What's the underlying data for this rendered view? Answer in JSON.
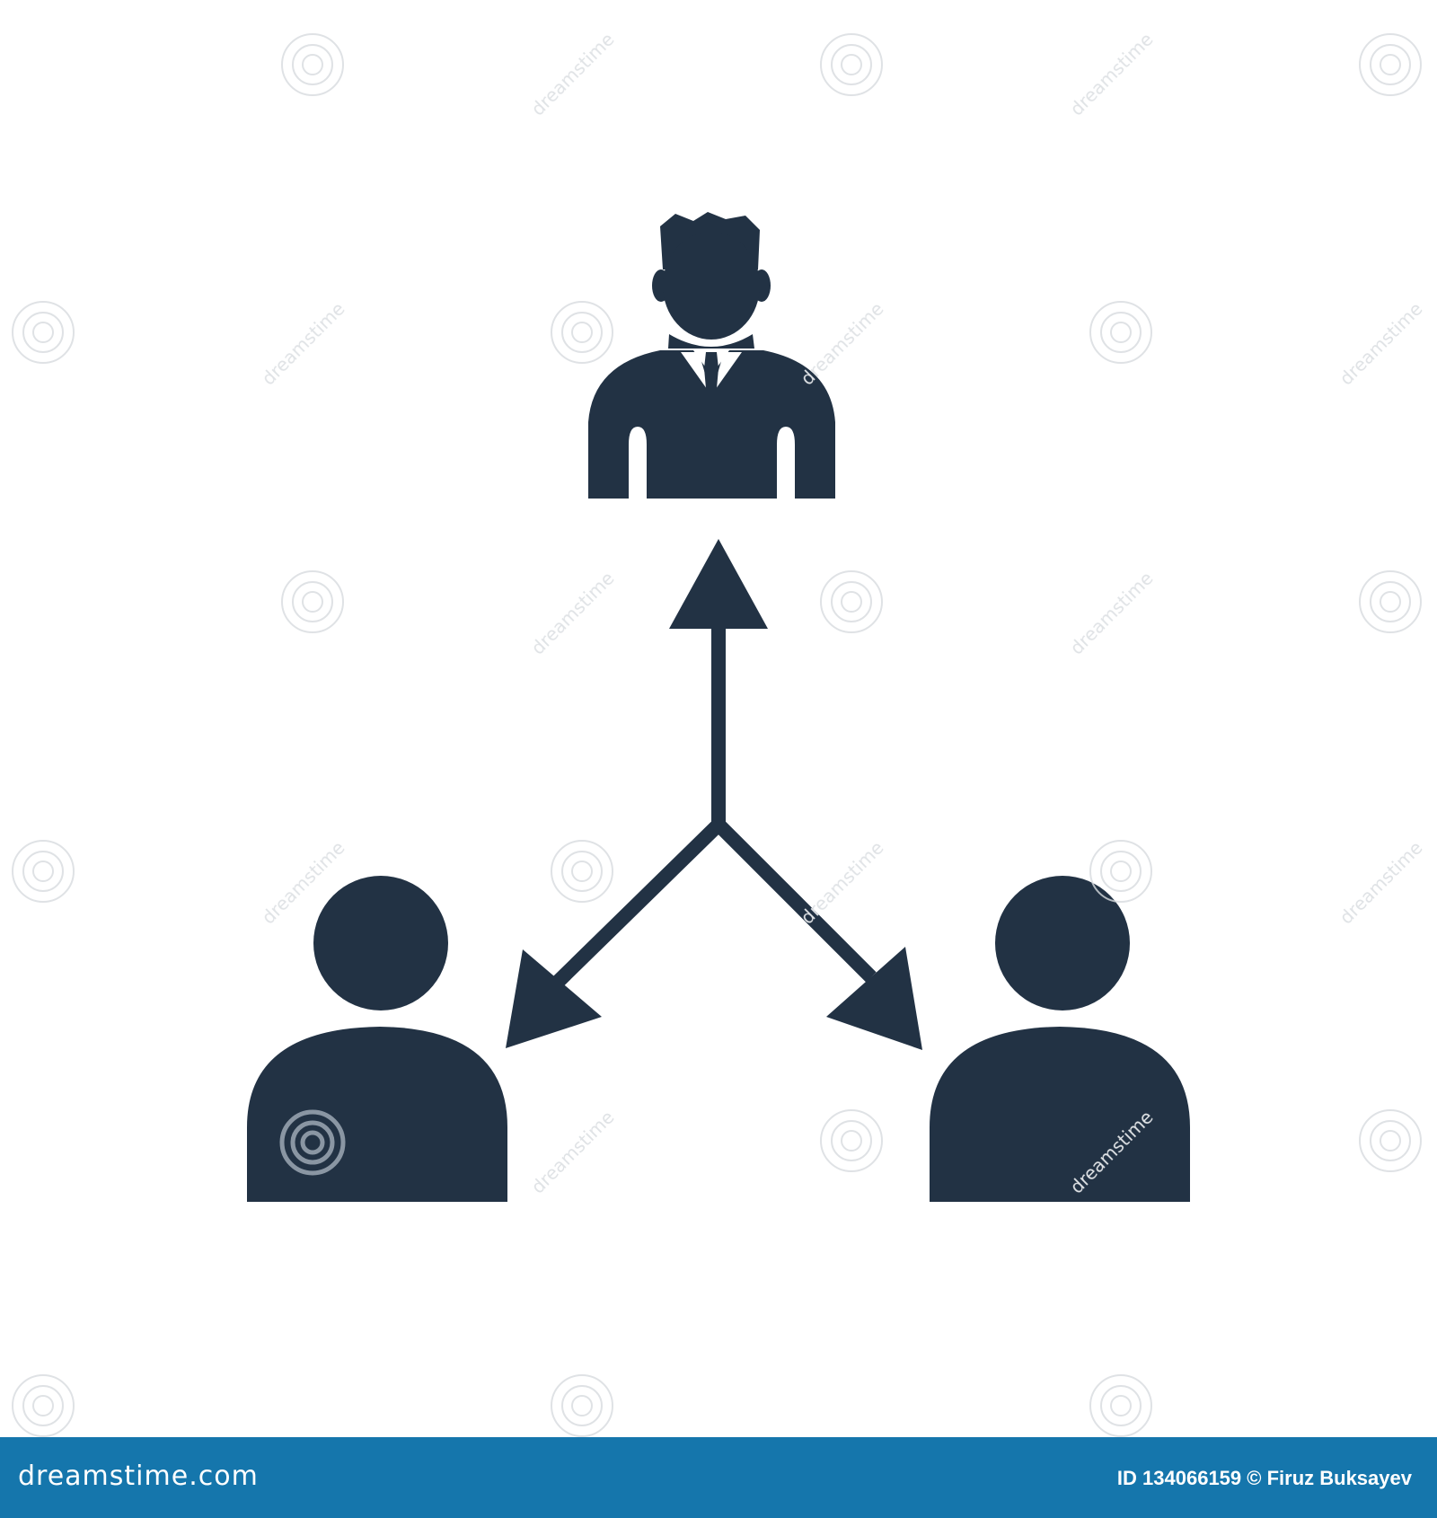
{
  "colors": {
    "icon": "#223244",
    "footer_bg": "#1576ac",
    "footer_text": "#ffffff",
    "watermark": "#d6d9dd"
  },
  "icons": [
    "businessman-icon",
    "person-icon",
    "three-way-arrow-icon"
  ],
  "watermark": {
    "text": "dreamstime"
  },
  "footer": {
    "logo": "dreamstime.com",
    "credit": "ID 134066159 © Firuz Buksayev"
  }
}
